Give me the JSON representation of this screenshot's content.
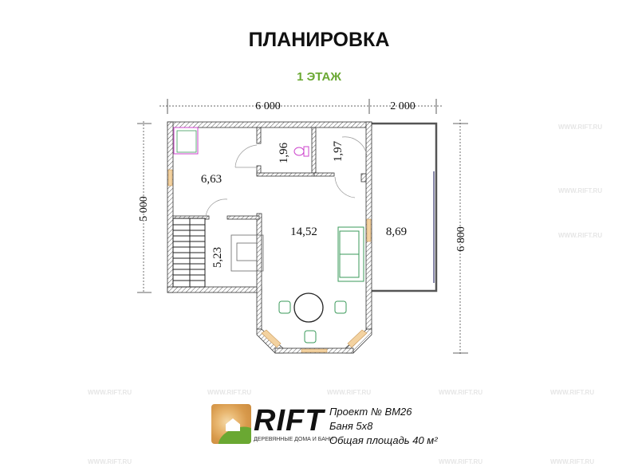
{
  "header": {
    "title": "ПЛАНИРОВКА",
    "floor": "1 ЭТАЖ"
  },
  "dimensions": {
    "top_main": "6 000",
    "top_terrace": "2 000",
    "left": "5 000",
    "right": "6 800"
  },
  "rooms": [
    {
      "name": "room-main-hall",
      "area": "6,63"
    },
    {
      "name": "room-toilet",
      "area": "1,96"
    },
    {
      "name": "room-shower",
      "area": "1,97"
    },
    {
      "name": "room-living",
      "area": "14,52"
    },
    {
      "name": "room-steam",
      "area": "5,23"
    },
    {
      "name": "room-terrace",
      "area": "8,69"
    }
  ],
  "watermark": "WWW.RIFT.RU",
  "logo": {
    "brand": "RIFT",
    "tagline": "ДЕРЕВЯННЫЕ ДОМА И БАНИ"
  },
  "project": {
    "number": "Проект № ВМ26",
    "type": "Баня 5x8",
    "area": "Общая площадь 40 м²"
  },
  "colors": {
    "accent": "#6aa832",
    "furniture": "#3a9a5a",
    "window": "#e9b872"
  }
}
